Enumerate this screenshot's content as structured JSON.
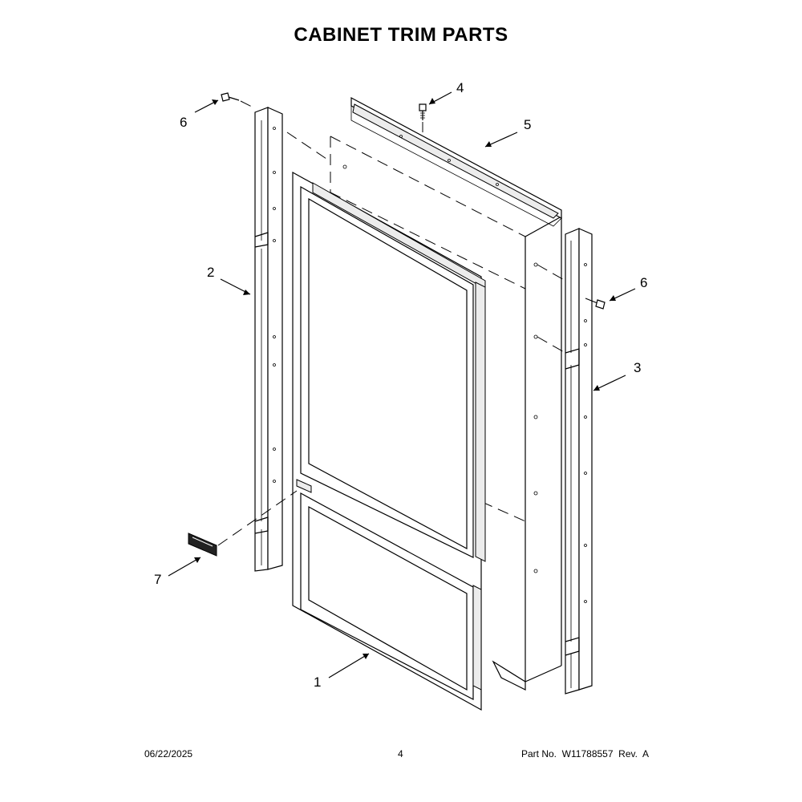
{
  "title": "CABINET TRIM PARTS",
  "callouts": {
    "c1": "1",
    "c2": "2",
    "c3": "3",
    "c4": "4",
    "c5": "5",
    "c6a": "6",
    "c6b": "6",
    "c7": "7"
  },
  "footer": {
    "date": "06/22/2025",
    "page": "4",
    "part": "Part No.  W11788557  Rev.  A"
  }
}
